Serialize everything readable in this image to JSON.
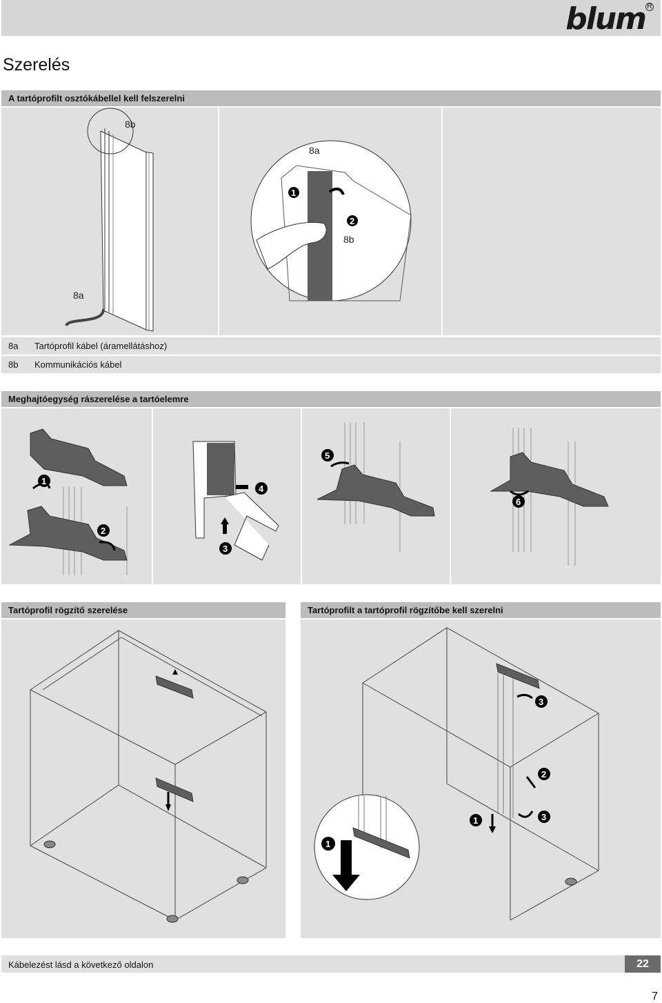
{
  "header": {
    "brand": "blum",
    "registered": "R"
  },
  "page_title": "Szerelés",
  "section1": {
    "title": "A tartóprofilt osztókábellel kell felszerelni",
    "callouts": {
      "a": "8a",
      "b": "8b"
    },
    "steps": [
      "1",
      "2"
    ],
    "legend": [
      {
        "key": "8a",
        "text": "Tartóprofil kábel (áramellátáshoz)"
      },
      {
        "key": "8b",
        "text": "Kommunikációs kábel"
      }
    ]
  },
  "section2": {
    "title": "Meghajtóegység rászerelése a tartóelemre",
    "steps": [
      "1",
      "2",
      "3",
      "4",
      "5",
      "6"
    ]
  },
  "section3": {
    "title": "Tartóprofil rögzítő szerelése"
  },
  "section4": {
    "title": "Tartóprofilt a tartóprofil rögzítőbe kell szerelni",
    "steps": [
      "1",
      "1",
      "2",
      "3",
      "3"
    ]
  },
  "footer": {
    "note": "Kábelezést lásd a következő oldalon",
    "section_page": "22",
    "page_number": "7"
  },
  "colors": {
    "panel": "#e0e0e0",
    "header_bar": "#bcbcbc",
    "badge": "#6b6b6b",
    "part": "#5e5e5e"
  }
}
